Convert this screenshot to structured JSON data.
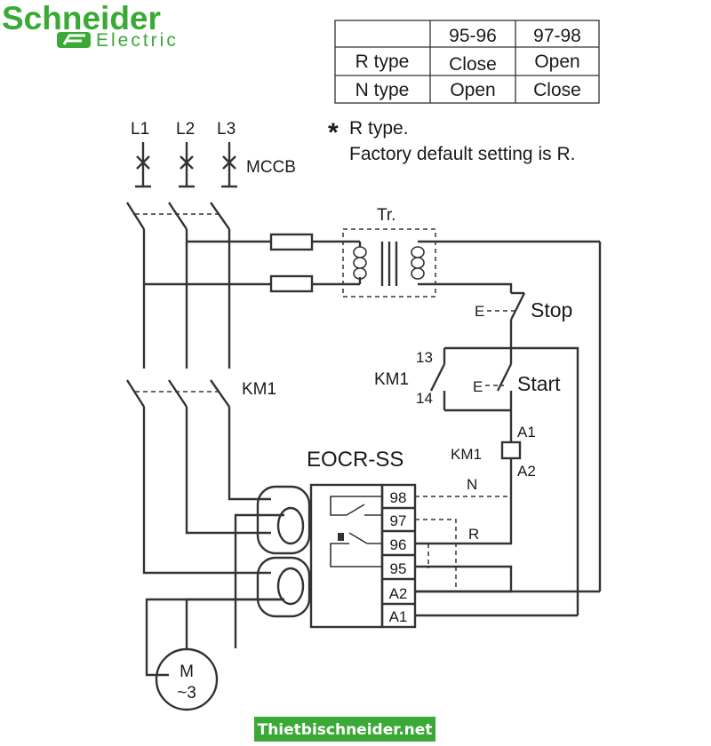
{
  "brand": {
    "name": "Schneider",
    "sub": "Electric",
    "color": "#3aa935"
  },
  "table": {
    "headers": [
      "",
      "95-96",
      "97-98"
    ],
    "rows": [
      [
        "R type",
        "Close",
        "Open"
      ],
      [
        "N type",
        "Open",
        "Close"
      ]
    ]
  },
  "note": {
    "mark": "*",
    "line1": "R type.",
    "line2": "Factory default setting is R."
  },
  "labels": {
    "l1": "L1",
    "l2": "L2",
    "l3": "L3",
    "mccb": "MCCB",
    "transformer": "Tr.",
    "stop": "Stop",
    "start": "Start",
    "e_stop": "E",
    "e_start": "E",
    "km1_main": "KM1",
    "km1_aux": "KM1",
    "km1_coil": "KM1",
    "aux_13": "13",
    "aux_14": "14",
    "coil_a1": "A1",
    "coil_a2": "A2",
    "device": "EOCR-SS",
    "wire_n": "N",
    "wire_r": "R",
    "motor_m": "M",
    "motor_phase": "~3"
  },
  "terminals": [
    "98",
    "97",
    "96",
    "95",
    "A2",
    "A1"
  ],
  "watermark": {
    "text": "Thietbischneider.net",
    "color": "#3aa935"
  }
}
